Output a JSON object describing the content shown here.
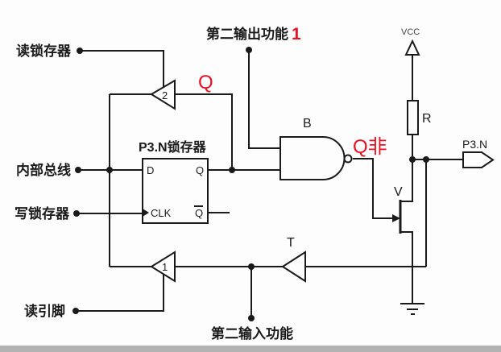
{
  "diagram": {
    "labels": {
      "read_latch": "读锁存器",
      "internal_bus": "内部总线",
      "write_latch": "写锁存器",
      "read_pin": "读引脚",
      "alt_output_function": "第二输出功能",
      "alt_input_function": "第二输入功能",
      "latch_title": "P3.N锁存器",
      "latch_d": "D",
      "latch_q": "Q",
      "latch_clk": "CLK",
      "latch_qbar": "Q",
      "buffer2": "2",
      "buffer1": "1",
      "nand_gate": "B",
      "input_buffer": "T",
      "transistor": "V",
      "resistor": "R",
      "vcc": "VCC",
      "pin": "P3.N"
    },
    "annotations": {
      "one": "1",
      "q": "Q",
      "q_bar": "Q非",
      "color": "#e81123"
    },
    "colors": {
      "line": "#1a1a1a",
      "background": "#fdfdfd",
      "bottom_bar": "#b3b3b3"
    }
  }
}
